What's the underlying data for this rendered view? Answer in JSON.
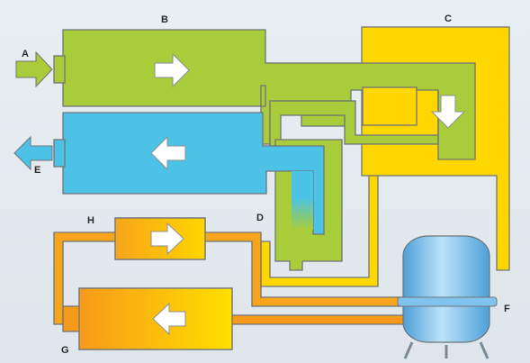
{
  "labels": {
    "a": "A",
    "b": "B",
    "c": "C",
    "d": "D",
    "e": "E",
    "f": "F",
    "g": "G",
    "h": "H"
  },
  "colors": {
    "green": "#a8cc3a",
    "blue": "#4cc3e6",
    "yellow": "#ffd700",
    "orange": "#f7a51a",
    "tank": "#79bde9",
    "background": "#e6ecf0"
  },
  "icons": [
    "right-arrow-icon",
    "left-arrow-icon",
    "down-arrow-icon",
    "tank-icon"
  ]
}
